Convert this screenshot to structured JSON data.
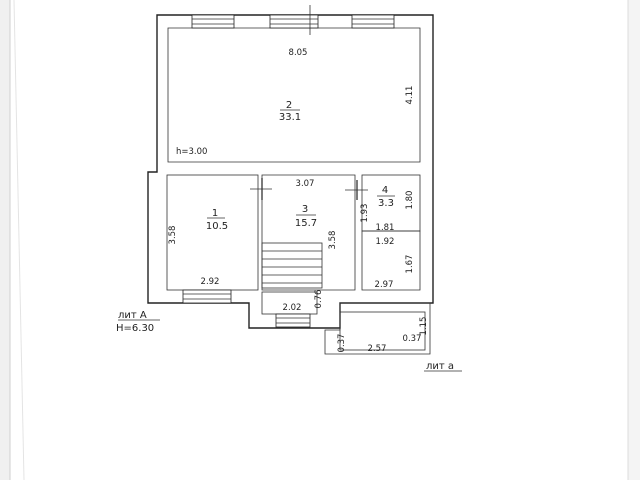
{
  "rooms": [
    {
      "number": "2",
      "area": "33.1"
    },
    {
      "number": "1",
      "area": "10.5"
    },
    {
      "number": "3",
      "area": "15.7"
    },
    {
      "number": "4",
      "area": "3.3"
    }
  ],
  "dimensions": {
    "top_width": "8.05",
    "room2_height": "4.11",
    "ceiling_height": "h=3.00",
    "room3_width": "3.07",
    "room1_height": "3.58",
    "room1_width": "2.92",
    "stair_height": "3.58",
    "room4_depth_a": "1.93",
    "room4_depth_b": "1.80",
    "room4_width": "1.81",
    "corridor_width": "1.92",
    "corridor_height": "1.67",
    "ledge_width": "2.97",
    "entry_width": "2.02",
    "entry_depth": "0.76",
    "porch_left": "0.37",
    "porch_width": "2.57",
    "porch_right_a": "0.37",
    "porch_right_b": "1.15"
  },
  "sheet_labels": {
    "liter_a": "лит А",
    "total_height": "H=6.30",
    "liter_a_small": "лит а"
  }
}
